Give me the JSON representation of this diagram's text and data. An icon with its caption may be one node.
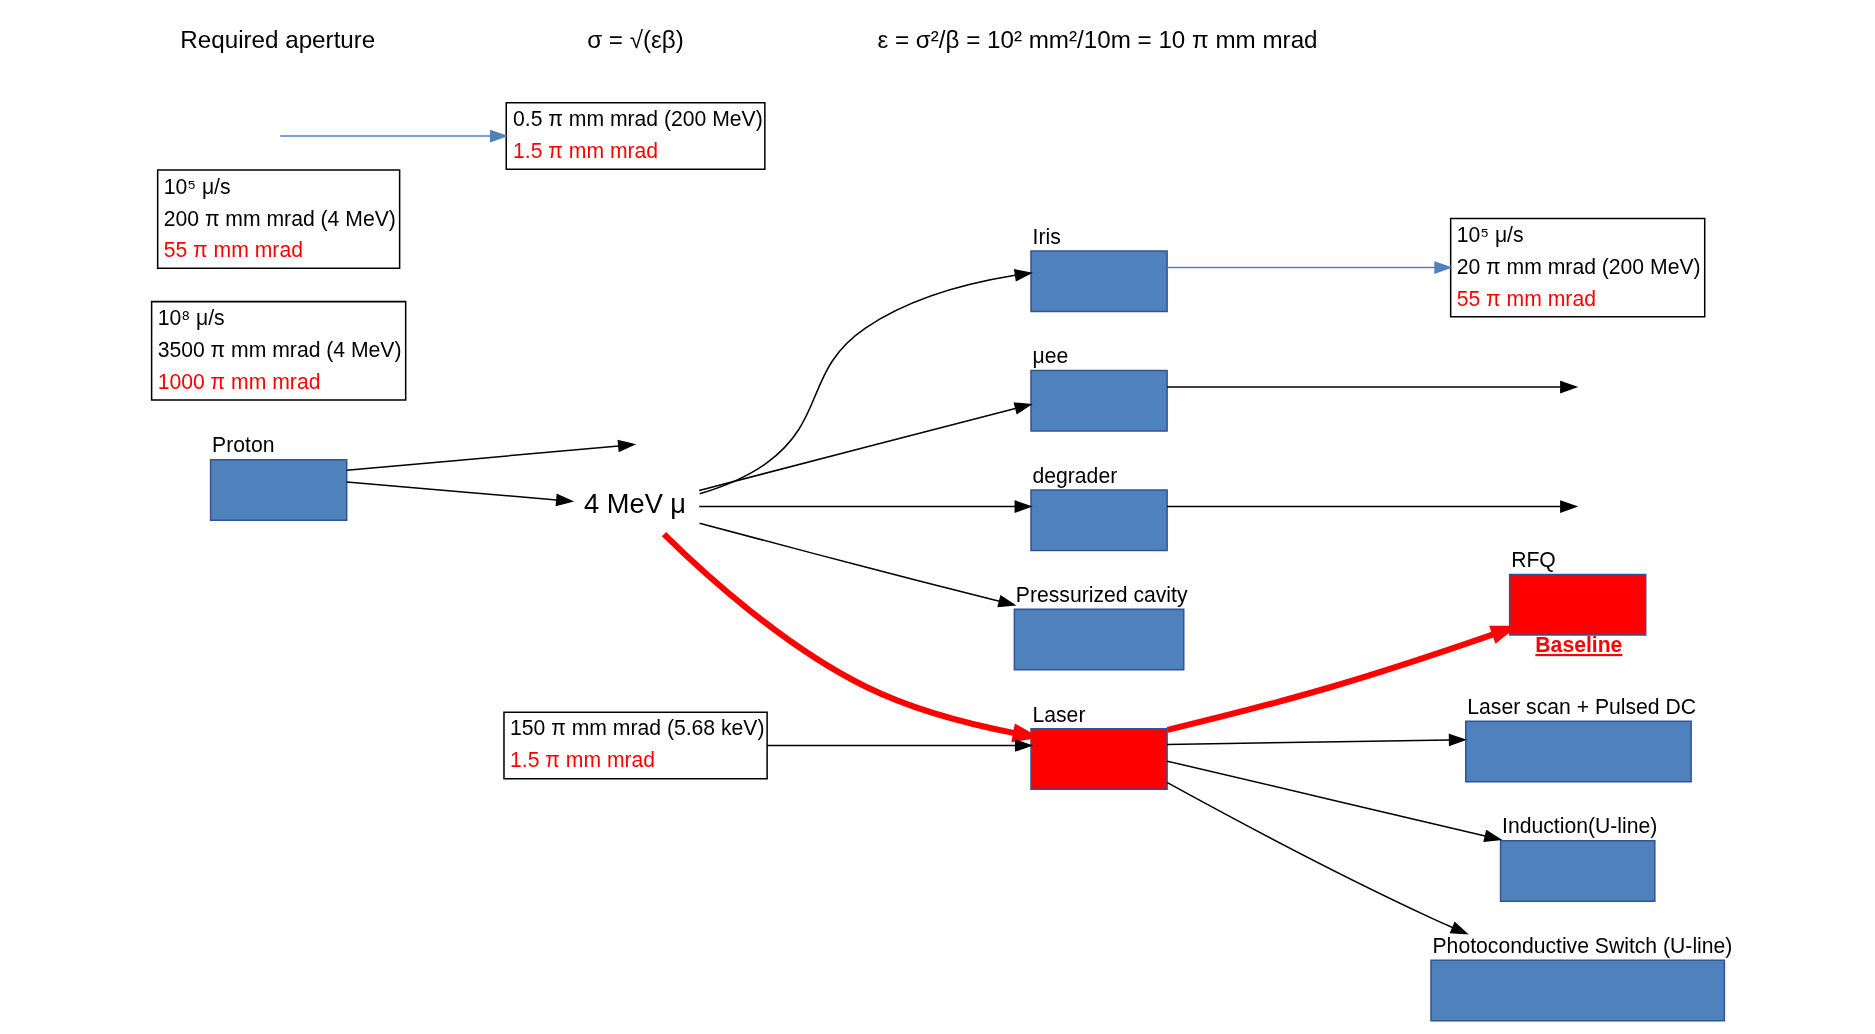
{
  "diagram": {
    "nodes": [
      {
        "text": [
          "Proton"
        ]
      },
      {
        "text": [
          "10⁸ μ/s",
          "3500 π mm mrad (4 MeV)",
          "1000 π mm mrad"
        ]
      },
      {
        "text": [
          "4 MeV μ"
        ]
      },
      {
        "text": [
          "Laser"
        ]
      },
      {
        "text": [
          "RFQ"
        ],
        "beside": [
          "Baseline"
        ]
      },
      {
        "text": [
          "150 π mm mrad (5.68 keV)",
          "1.5 π mm mrad"
        ]
      },
      {
        "text": [
          "Laser scan + Pulsed DC"
        ]
      },
      {
        "text": [
          "Induction(U-line)"
        ]
      },
      {
        "text": [
          "Photoconductive Switch (U-line)"
        ]
      },
      {
        "text": [
          "μee"
        ]
      },
      {
        "text": [
          "degrader"
        ]
      },
      {
        "text": [
          "Pressurized cavity"
        ]
      },
      {
        "text": [
          "Iris"
        ]
      },
      {
        "text": [
          "10⁵ μ/s",
          "200 π mm mrad (4 MeV)",
          "55 π mm mrad"
        ]
      },
      {
        "text": [
          "10⁵ μ/s",
          "20 π mm mrad (200 MeV)",
          "55 π mm mrad"
        ]
      },
      {
        "text": [
          "0.5 π mm mrad (200 MeV)",
          "1.5 π mm mrad"
        ]
      }
    ],
    "edges": [
      {
        "from": 0,
        "to": null,
        "arrow": "to"
      },
      {
        "from": 0,
        "to": 2,
        "arrow": "to"
      },
      {
        "from": 5,
        "to": 3,
        "arrow": "to"
      },
      {
        "from": 2,
        "to": 3,
        "arrow": "to",
        "style": "thick",
        "color": "#ff0000"
      },
      {
        "from": 3,
        "to": 4,
        "arrow": "to",
        "style": "thick",
        "color": "#ff0000"
      },
      {
        "from": 3,
        "to": 6,
        "arrow": "to"
      },
      {
        "from": 3,
        "to": 7,
        "arrow": "to"
      },
      {
        "from": 3,
        "to": 8,
        "arrow": "to"
      },
      {
        "from": 2,
        "to": 9,
        "arrow": "to"
      },
      {
        "from": 9,
        "to": null,
        "arrow": "to"
      },
      {
        "from": 2,
        "to": 10,
        "arrow": "to"
      },
      {
        "from": 10,
        "to": null,
        "arrow": "to"
      },
      {
        "from": 2,
        "to": 11,
        "arrow": "to"
      },
      {
        "from": 2,
        "to": 12,
        "arrow": "to"
      },
      {
        "from": 12,
        "to": 14,
        "arrow": "to",
        "color": "#4f81bd"
      },
      {
        "from": null,
        "to": 15,
        "arrow": "to",
        "color": "#4f81bd"
      }
    ],
    "labels": [
      "Required aperture",
      "σ = √(εβ)",
      "ε = σ²/β = 10² mm²/10m = 10 π mm mrad"
    ]
  }
}
